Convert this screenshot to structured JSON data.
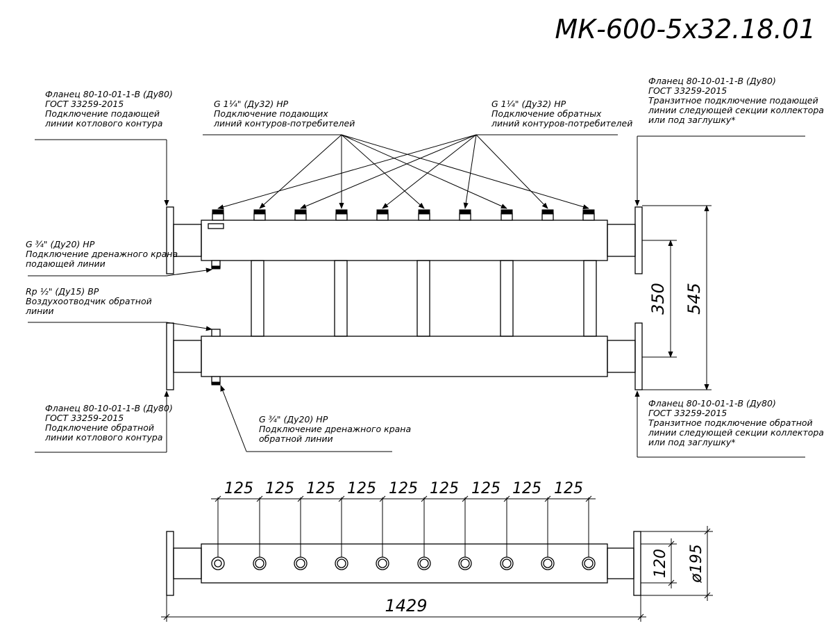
{
  "title": "МК-600-5х32.18.01",
  "labels": {
    "flange_supply_left": [
      "Фланец 80-10-01-1-В (Ду80)",
      "ГОСТ 33259-2015",
      "Подключение подающей",
      "линии котлового контура"
    ],
    "supply_consumers": [
      "G 1¼\" (Ду32) НР",
      "Подключение подающих",
      "линий контуров-потребителей"
    ],
    "return_consumers": [
      "G 1¼\" (Ду32) НР",
      "Подключение обратных",
      "линий контуров-потребителей"
    ],
    "flange_supply_right": [
      "Фланец 80-10-01-1-В (Ду80)",
      "ГОСТ 33259-2015",
      "Транзитное подключение подающей",
      "линии следующей секции коллектора",
      "или под заглушку*"
    ],
    "drain_supply": [
      "G ¾\" (Ду20) НР",
      "Подключение дренажного крана",
      "подающей линии"
    ],
    "air_vent": [
      "Rp ½\" (Ду15) ВР",
      "Воздухоотводчик обратной",
      "линии"
    ],
    "flange_return_left": [
      "Фланец 80-10-01-1-В (Ду80)",
      "ГОСТ 33259-2015",
      "Подключение обратной",
      "линии котлового контура"
    ],
    "drain_return": [
      "G ¾\" (Ду20) НР",
      "Подключение дренажного крана",
      "обратной линии"
    ],
    "flange_return_right": [
      "Фланец 80-10-01-1-В (Ду80)",
      "ГОСТ 33259-2015",
      "Транзитное подключение обратной",
      "линии следующей секции коллектора",
      "или под заглушку*"
    ]
  },
  "dimensions": {
    "spacing": [
      "125",
      "125",
      "125",
      "125",
      "125",
      "125",
      "125",
      "125",
      "125"
    ],
    "height_inner": "350",
    "height_outer": "545",
    "total_length": "1429",
    "pipe_height": "120",
    "flange_diameter": "ø195"
  }
}
